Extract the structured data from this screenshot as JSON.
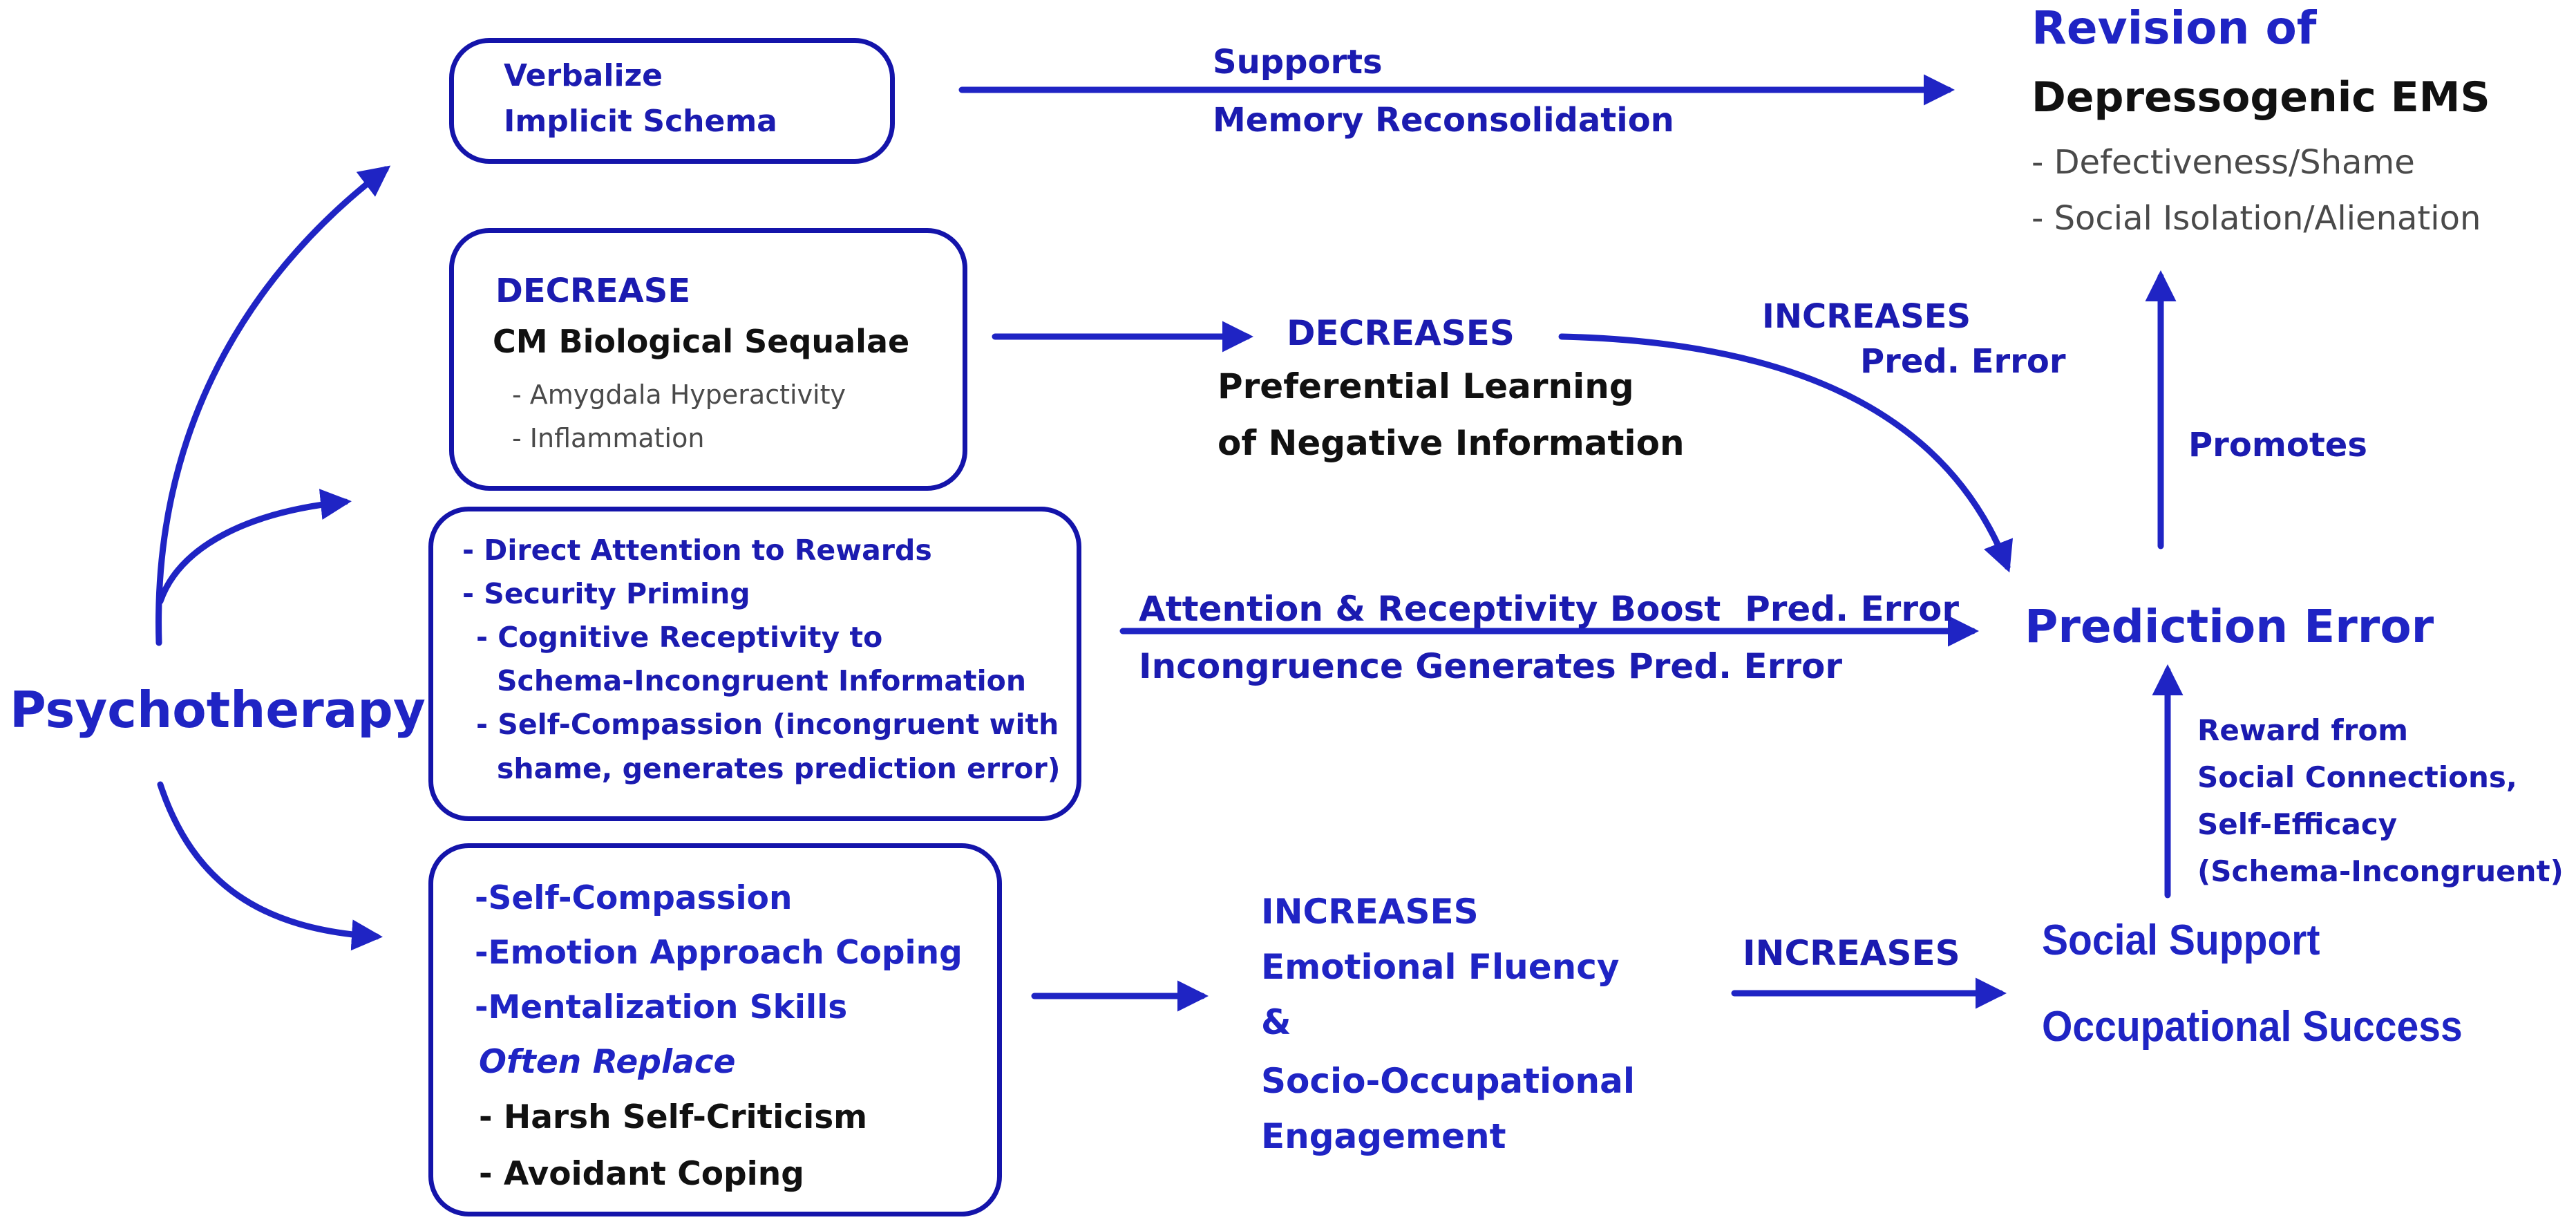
{
  "source": {
    "label": "Psychotherapy"
  },
  "box_schema": {
    "lines": [
      "Verbalize",
      "Implicit Schema"
    ]
  },
  "box_biological": {
    "heading": "DECREASE",
    "title": "CM Biological Sequalae",
    "items": [
      "- Amygdala Hyperactivity",
      "- Inflammation"
    ]
  },
  "box_attention": {
    "lines": [
      "- Direct Attention to Rewards",
      "- Security Priming",
      "- Cognitive Receptivity to",
      "Schema-Incongruent Information",
      "- Self-Compassion (incongruent with",
      "shame, generates prediction error)"
    ]
  },
  "box_coping": {
    "positive": [
      "-Self-Compassion",
      "-Emotion Approach Coping",
      "-Mentalization Skills"
    ],
    "replace_label": "Often Replace",
    "negative": [
      "- Harsh Self-Criticism",
      "- Avoidant Coping"
    ]
  },
  "labels": {
    "supports": [
      "Supports",
      "Memory Reconsolidation"
    ],
    "decreases_heading": "DECREASES",
    "decreases_body": [
      "Preferential Learning",
      "of Negative Information"
    ],
    "increases_pred": [
      "INCREASES",
      "Pred. Error"
    ],
    "attention_boost": "Attention & Receptivity Boost  Pred. Error",
    "incongruence": "Incongruence Generates Pred. Error",
    "increases_fluency": [
      "INCREASES",
      "Emotional Fluency",
      "&",
      "Socio-Occupational",
      "Engagement"
    ],
    "increases_social": "INCREASES",
    "promotes": "Promotes",
    "reward": [
      "Reward from",
      "Social Connections,",
      "Self-Efficacy",
      "(Schema-Incongruent)"
    ]
  },
  "nodes": {
    "revision_title": [
      "Revision of",
      "Depressogenic EMS"
    ],
    "revision_items": [
      "- Defectiveness/Shame",
      "- Social Isolation/Alienation"
    ],
    "prediction_error": "Prediction Error",
    "social_support": [
      "Social Support",
      "Occupational Success"
    ]
  },
  "colors": {
    "primary_blue": "#1f24c4",
    "box_border": "#1414aa",
    "text_dark": "#111111",
    "subtext_gray": "#4a4a4a"
  }
}
